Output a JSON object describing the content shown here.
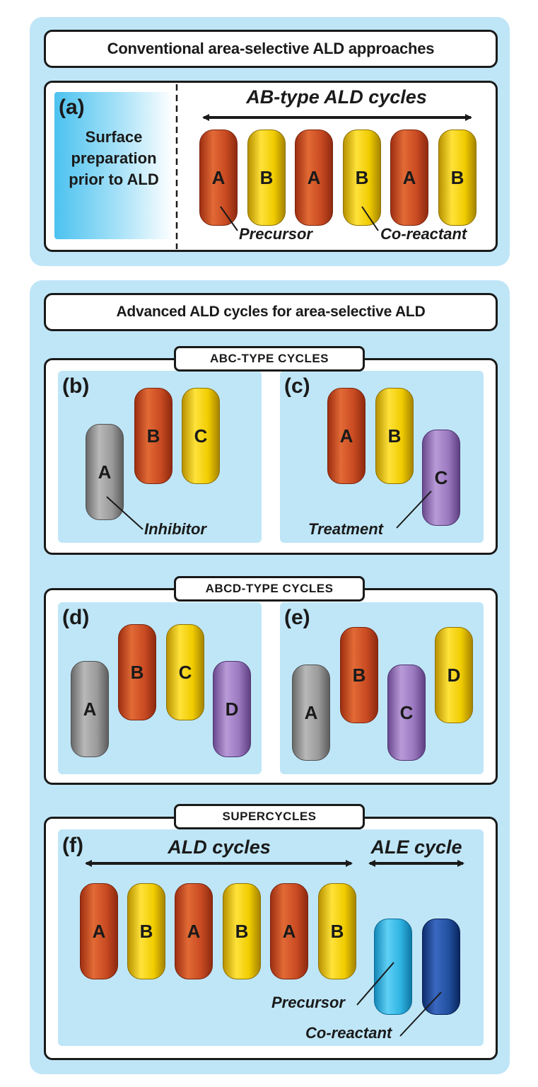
{
  "top_panel": {
    "title": "Conventional area-selective ALD approaches",
    "panel_a": {
      "letter": "(a)",
      "prep_text_lines": [
        "Surface",
        "preparation",
        "prior to ALD"
      ],
      "arrow_label": "AB-type ALD cycles",
      "pills": [
        "A",
        "B",
        "A",
        "B",
        "A",
        "B"
      ],
      "precursor_label": "Precursor",
      "coreactant_label": "Co-reactant"
    }
  },
  "bottom_panel": {
    "title": "Advanced ALD cycles for area-selective ALD",
    "abc": {
      "tag": "ABC-TYPE CYCLES",
      "b": {
        "letter": "(b)",
        "pills": [
          "A",
          "B",
          "C"
        ],
        "note": "Inhibitor"
      },
      "c": {
        "letter": "(c)",
        "pills": [
          "A",
          "B",
          "C"
        ],
        "note": "Treatment"
      }
    },
    "abcd": {
      "tag": "ABCD-TYPE CYCLES",
      "d": {
        "letter": "(d)",
        "pills": [
          "A",
          "B",
          "C",
          "D"
        ]
      },
      "e": {
        "letter": "(e)",
        "pills": [
          "A",
          "B",
          "C",
          "D"
        ]
      }
    },
    "super": {
      "tag": "SUPERCYCLES",
      "letter": "(f)",
      "ald_label": "ALD cycles",
      "ale_label": "ALE cycle",
      "pills": [
        "A",
        "B",
        "A",
        "B",
        "A",
        "B"
      ],
      "precursor_label": "Precursor",
      "coreactant_label": "Co-reactant"
    }
  },
  "colors": {
    "panel_bg": "#bfe6f7",
    "precursor_red": "#c84a22",
    "coreactant_yellow": "#f0cc00",
    "inhibitor_grey": "#9a9a9a",
    "treatment_purple": "#9a78bf",
    "ale_precursor_cyan": "#2fb4e2",
    "ale_coreactant_navy": "#2250a0"
  }
}
